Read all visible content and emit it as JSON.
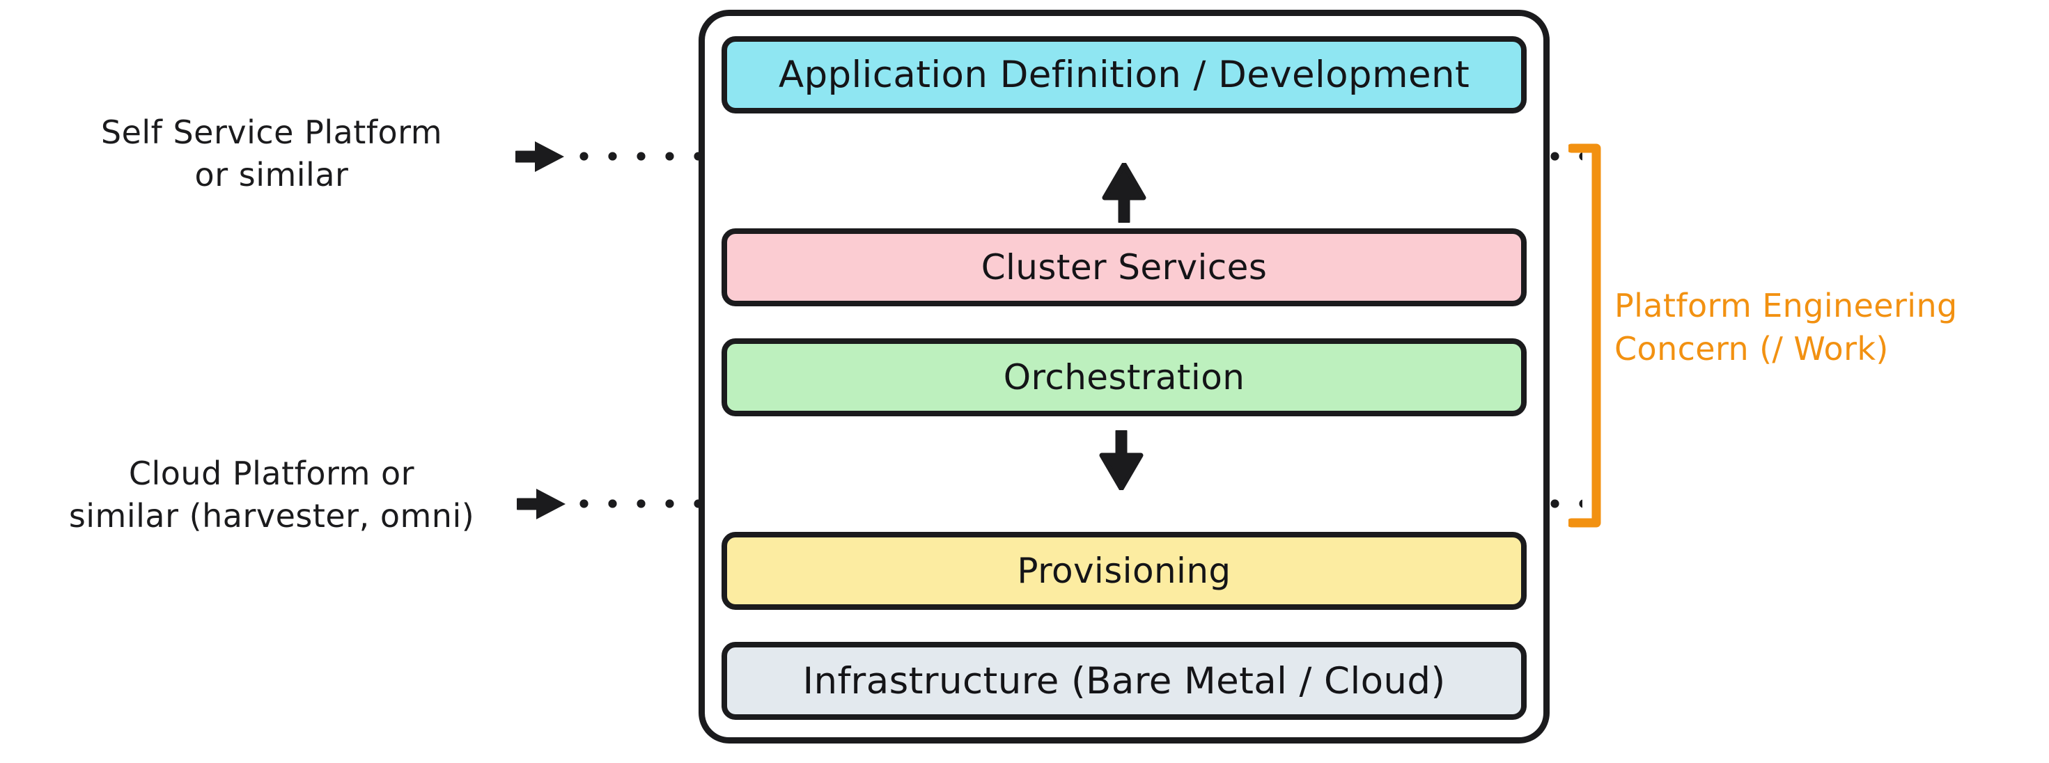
{
  "diagram": {
    "title": "Platform Engineering Layered Stack",
    "background_color": "#ffffff"
  },
  "stack": {
    "container_name": "platform-stack",
    "layers": [
      {
        "id": "app-definition",
        "label": "Application Definition / Development",
        "color": "#8FE6F2"
      },
      {
        "id": "cluster-services",
        "label": "Cluster Services",
        "color": "#FBCCD2"
      },
      {
        "id": "orchestration",
        "label": "Orchestration",
        "color": "#BDF0BE"
      },
      {
        "id": "provisioning",
        "label": "Provisioning",
        "color": "#FCECA1"
      },
      {
        "id": "infrastructure",
        "label": "Infrastructure (Bare Metal / Cloud)",
        "color": "#E3E9EE"
      }
    ]
  },
  "annotations": {
    "left": [
      {
        "id": "self-service-platform",
        "text": "Self Service Platform\nor similar",
        "color": "#1b1b1d",
        "connector": "right-arrow-to-dotted-line"
      },
      {
        "id": "cloud-platform",
        "text": "Cloud Platform or\nsimilar (harvester, omni)",
        "color": "#1b1b1d",
        "connector": "right-arrow-to-dotted-line"
      }
    ],
    "right": {
      "id": "platform-engineering-concern",
      "text": "Platform Engineering\nConcern (/ Work)",
      "color": "#F29111",
      "bracket_color": "#F29111"
    }
  },
  "boundaries": [
    {
      "id": "upper-boundary",
      "style": "dotted",
      "color": "#1b1b1d",
      "separates": "Application Definition / Development from Cluster Services"
    },
    {
      "id": "lower-boundary",
      "style": "dotted",
      "color": "#1b1b1d",
      "separates": "Orchestration from Provisioning"
    }
  ],
  "flow_arrows": [
    {
      "id": "orchestration-up",
      "direction": "up",
      "from": "Cluster Services",
      "to": "upper-boundary",
      "color": "#1b1b1d"
    },
    {
      "id": "orchestration-down",
      "direction": "down",
      "from": "Orchestration",
      "to": "lower-boundary",
      "color": "#1b1b1d"
    }
  ],
  "colors": {
    "ink": "#1b1b1d",
    "orange": "#F29111",
    "cyan": "#8FE6F2",
    "pink": "#FBCCD2",
    "green": "#BDF0BE",
    "yellow": "#FCECA1",
    "gray": "#E3E9EE"
  }
}
